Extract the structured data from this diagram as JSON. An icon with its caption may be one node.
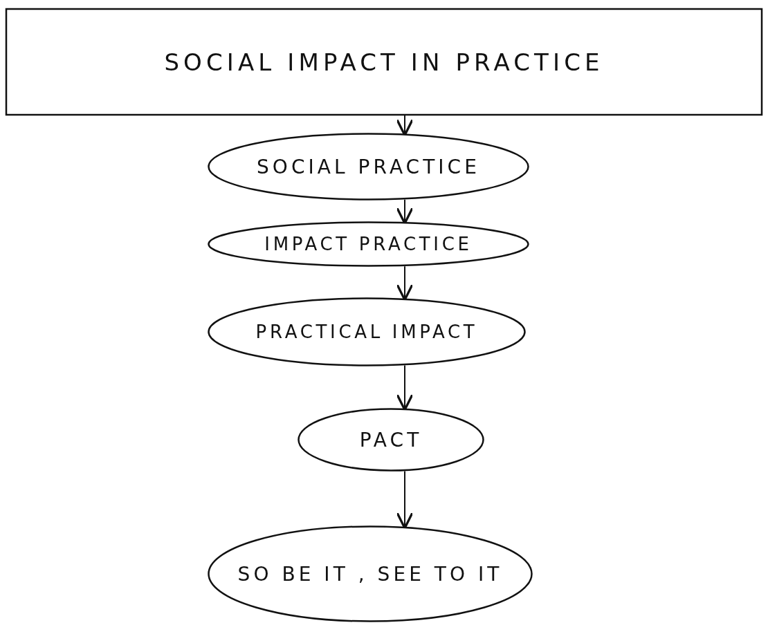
{
  "diagram": {
    "nodes": [
      {
        "text": [
          "SOCIAL IMPACT IN PRACTICE"
        ]
      },
      {
        "text": [
          "SOCIAL PRACTICE"
        ]
      },
      {
        "text": [
          "IMPACT PRACTICE"
        ]
      },
      {
        "text": [
          "PRACTICAL IMPACT"
        ]
      },
      {
        "text": [
          "PACT"
        ]
      },
      {
        "text": [
          "SO BE IT , SEE TO IT"
        ]
      }
    ],
    "edges": [
      {
        "from": 0,
        "to": 1,
        "arrow": "to"
      },
      {
        "from": 1,
        "to": 2,
        "arrow": "to"
      },
      {
        "from": 2,
        "to": 3,
        "arrow": "to"
      },
      {
        "from": 3,
        "to": 4,
        "arrow": "to"
      },
      {
        "from": 4,
        "to": 5,
        "arrow": "to"
      }
    ]
  }
}
